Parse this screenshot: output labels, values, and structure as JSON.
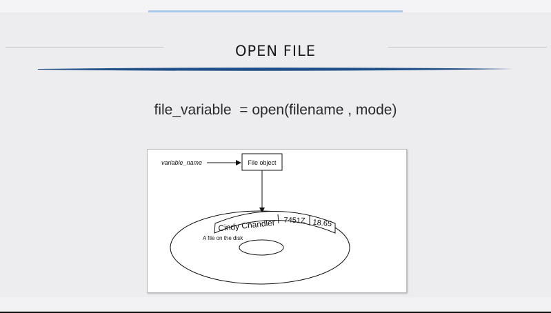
{
  "slide": {
    "title": "OPEN FILE",
    "syntax": "file_variable  = open(filename , mode)"
  },
  "diagram": {
    "variable_label": "variable_name",
    "object_label": "File object",
    "record_fields": [
      "Cindy Chandler",
      "7451Z",
      "18.65"
    ],
    "disk_label": "A file on the disk"
  },
  "colors": {
    "background": "#ededf0",
    "accent": "#a9c8ea",
    "swoosh": "#1f4f86"
  }
}
